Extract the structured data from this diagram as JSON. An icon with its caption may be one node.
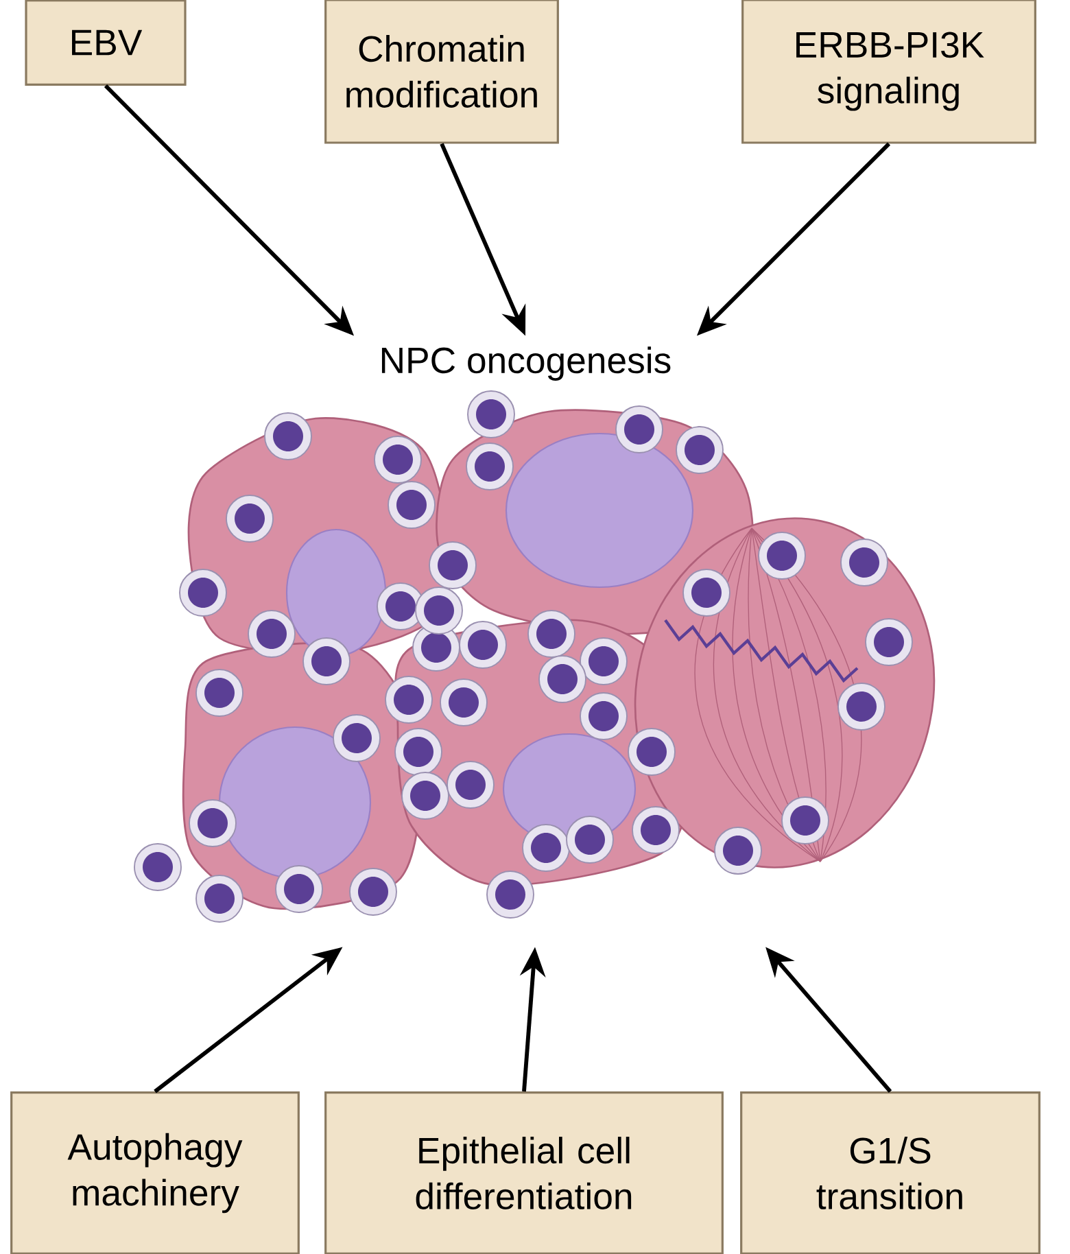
{
  "diagram": {
    "nodes": [
      {
        "text": [
          "EBV"
        ]
      },
      {
        "text": [
          "Chromatin modification"
        ]
      },
      {
        "text": [
          "ERBB-PI3K signaling"
        ]
      },
      {
        "text": [
          "Autophagy machinery"
        ]
      },
      {
        "text": [
          "Epithelial cell differentiation"
        ]
      },
      {
        "text": [
          "G1/S transition"
        ]
      },
      {
        "text": [
          "NPC oncogenesis"
        ]
      },
      {
        "text": [],
        "shape": "picture"
      }
    ],
    "edges": [
      {
        "from": 0,
        "to": 6,
        "arrow": "to"
      },
      {
        "from": 1,
        "to": 6,
        "arrow": "to"
      },
      {
        "from": 2,
        "to": 6,
        "arrow": "to"
      },
      {
        "from": 3,
        "to": 7,
        "arrow": "to"
      },
      {
        "from": 4,
        "to": 7,
        "arrow": "to"
      },
      {
        "from": 5,
        "to": 7,
        "arrow": "to"
      }
    ]
  }
}
